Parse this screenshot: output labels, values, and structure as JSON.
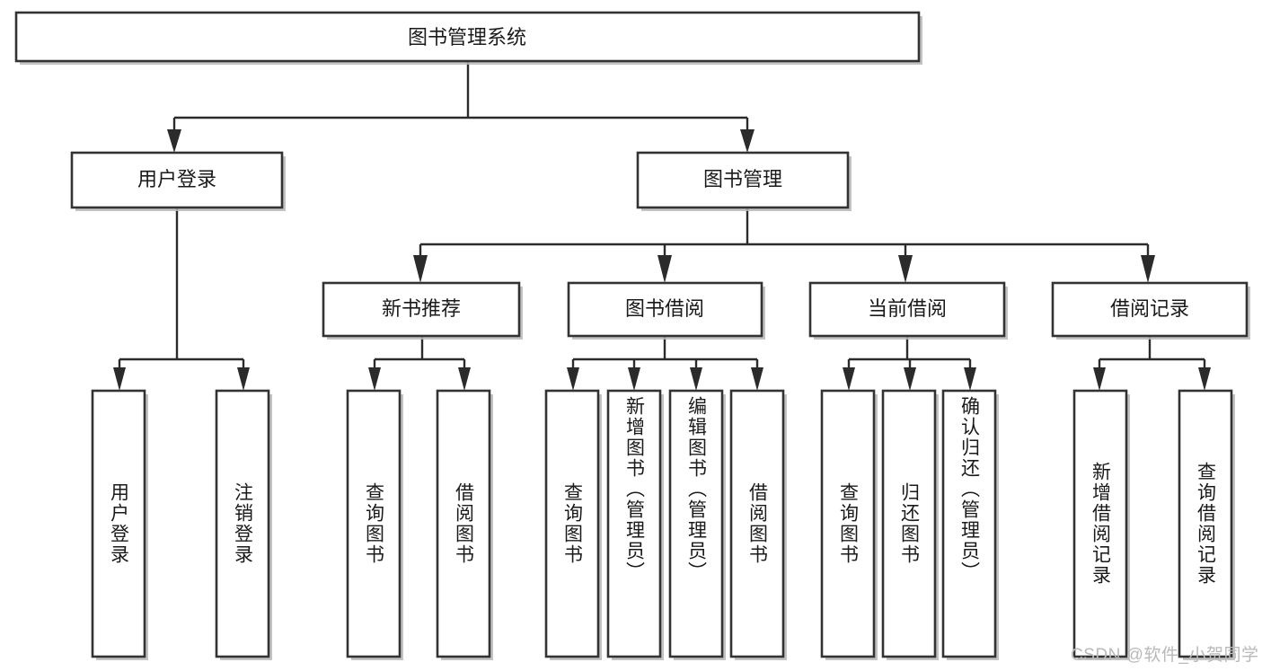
{
  "diagram": {
    "type": "tree",
    "title": "图书管理系统",
    "watermark": "CSDN @软件_小贺同学",
    "colors": {
      "box_stroke": "#333333",
      "box_fill": "#ffffff",
      "connector": "#2b2b2b",
      "text": "#1a1a1a",
      "watermark": "#b9b9b9",
      "background": "#ffffff"
    },
    "levels": {
      "root": {
        "label": "图书管理系统"
      },
      "level2": [
        {
          "label": "用户登录"
        },
        {
          "label": "图书管理"
        }
      ],
      "level3": [
        {
          "label": "新书推荐"
        },
        {
          "label": "图书借阅"
        },
        {
          "label": "当前借阅"
        },
        {
          "label": "借阅记录"
        }
      ],
      "leaves": {
        "user_login": [
          {
            "label": "用户登录"
          },
          {
            "label": "注销登录"
          }
        ],
        "new_book_recommend": [
          {
            "label": "查询图书"
          },
          {
            "label": "借阅图书"
          }
        ],
        "book_borrow": [
          {
            "label": "查询图书"
          },
          {
            "label": "新增图书（管理员）"
          },
          {
            "label": "编辑图书（管理员）"
          },
          {
            "label": "借阅图书"
          }
        ],
        "current_borrow": [
          {
            "label": "查询图书"
          },
          {
            "label": "归还图书"
          },
          {
            "label": "确认归还（管理员）"
          }
        ],
        "borrow_record": [
          {
            "label": "新增借阅记录"
          },
          {
            "label": "查询借阅记录"
          }
        ]
      }
    }
  }
}
